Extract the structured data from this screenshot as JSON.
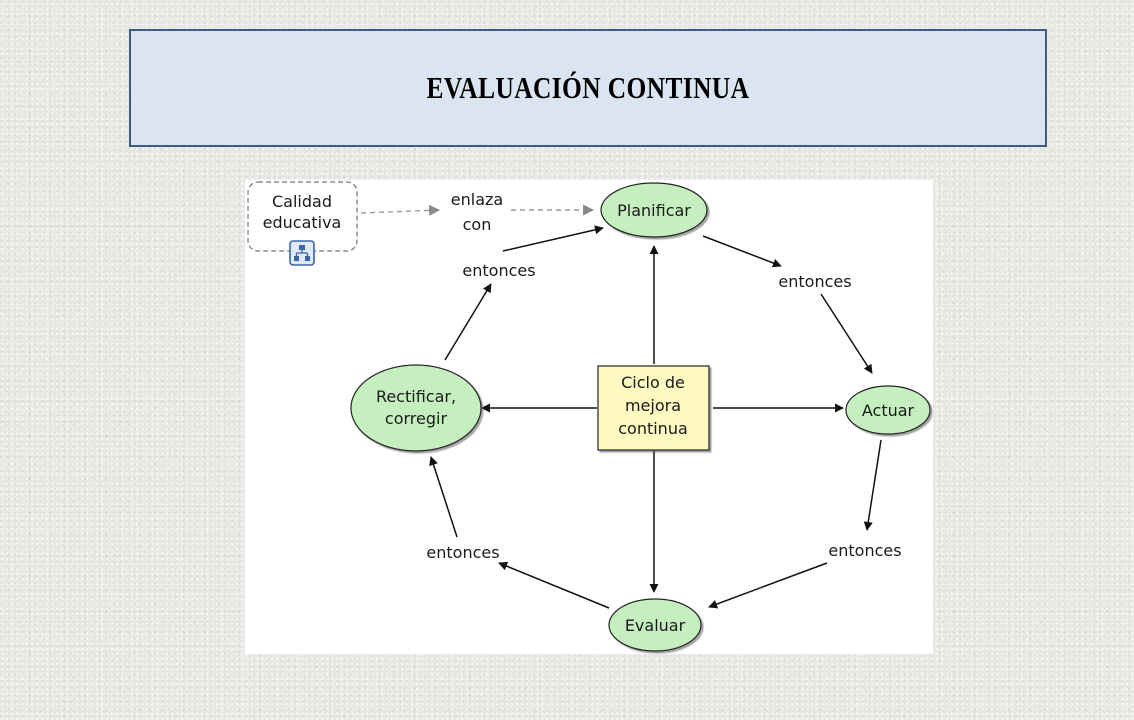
{
  "slide": {
    "title": "EVALUACIÓN CONTINUA"
  },
  "colors": {
    "title_background": "#dbe5f1",
    "title_border": "#3b5a86",
    "node_fill": "#c6efc0",
    "center_fill": "#fffac2",
    "arrow": "#111111",
    "dashed_arrow": "#9a9a9a"
  },
  "diagram": {
    "external_concept": {
      "label_lines": [
        "Calidad",
        "educativa"
      ],
      "icon": "concept-map-link-icon"
    },
    "external_link": {
      "label_lines": [
        "enlaza",
        "con"
      ]
    },
    "nodes": {
      "planificar": "Planificar",
      "actuar": "Actuar",
      "evaluar": "Evaluar",
      "rectificar": [
        "Rectificar,",
        "corregir"
      ],
      "center": [
        "Ciclo de",
        "mejora",
        "continua"
      ]
    },
    "cycle_links": [
      "entonces",
      "entonces",
      "entonces",
      "entonces"
    ]
  }
}
